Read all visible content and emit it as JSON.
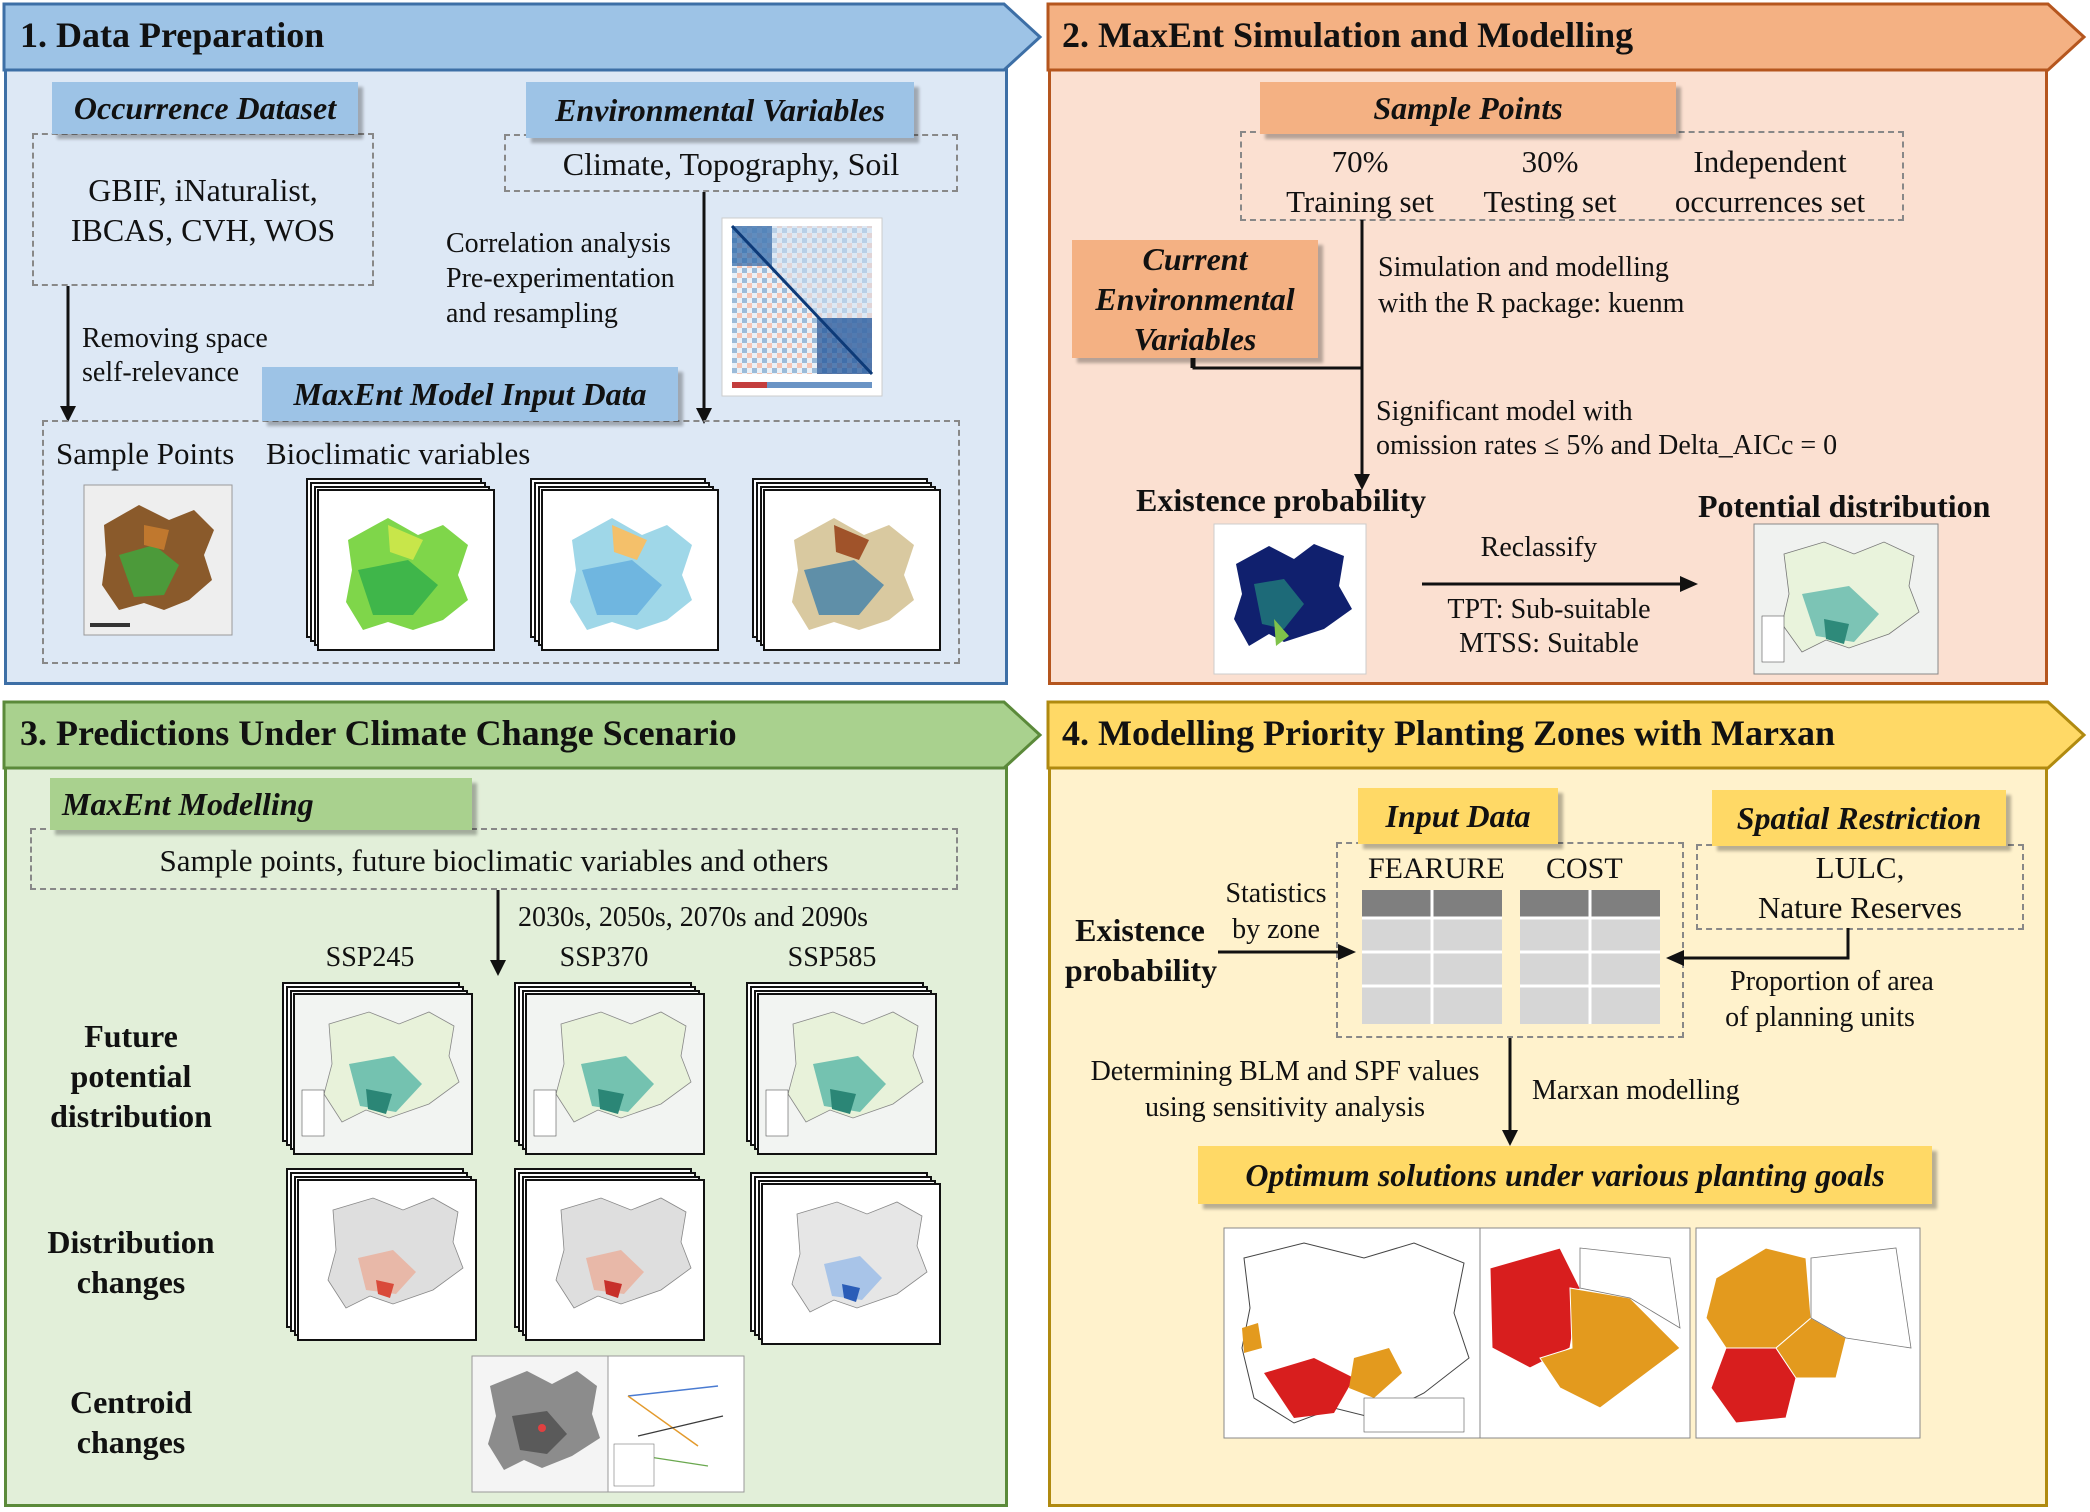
{
  "colors": {
    "panel1_fill": "#dde8f5",
    "panel1_border": "#3d6fa6",
    "panel1_banner": "#9dc3e6",
    "panel2_fill": "#fbe0d1",
    "panel2_border": "#b5561e",
    "panel2_banner": "#f4b183",
    "panel3_fill": "#e2efd9",
    "panel3_border": "#5b8a3a",
    "panel3_banner": "#a9d18e",
    "panel4_fill": "#fff2cc",
    "panel4_border": "#b08a10",
    "panel4_banner": "#ffd966"
  },
  "panel1": {
    "title": "1. Data Preparation",
    "occurrence_tag": "Occurrence Dataset",
    "occurrence_text1": "GBIF, iNaturalist,",
    "occurrence_text2": "IBCAS, CVH, WOS",
    "env_tag": "Environmental Variables",
    "env_text": "Climate, Topography, Soil",
    "corr_text1": "Correlation analysis",
    "corr_text2": "Pre-experimentation",
    "corr_text3": "and resampling",
    "removing_text1": "Removing space",
    "removing_text2": "self-relevance",
    "input_tag": "MaxEnt Model Input Data",
    "sample_points": "Sample Points",
    "bioclimatic": "Bioclimatic variables"
  },
  "panel2": {
    "title": "2. MaxEnt Simulation and Modelling",
    "sample_tag": "Sample Points",
    "train_pct": "70%",
    "train_label": "Training set",
    "test_pct": "30%",
    "test_label": "Testing set",
    "indep1": "Independent",
    "indep2": "occurrences set",
    "current_tag1": "Current",
    "current_tag2": "Environmental",
    "current_tag3": "Variables",
    "sim1": "Simulation and modelling",
    "sim2": "with the R package: kuenm",
    "sig1": "Significant model with",
    "sig2": "omission rates ≤ 5% and Delta_AICc = 0",
    "existence": "Existence probability",
    "potential": "Potential distribution",
    "reclassify": "Reclassify",
    "tpt": "TPT: Sub-suitable",
    "mtss": "MTSS: Suitable"
  },
  "panel3": {
    "title": "3. Predictions Under Climate Change Scenario",
    "modelling_tag": "MaxEnt Modelling",
    "inputs": "Sample points, future bioclimatic variables and others",
    "decades": "2030s, 2050s, 2070s and 2090s",
    "ssp1": "SSP245",
    "ssp2": "SSP370",
    "ssp3": "SSP585",
    "future1": "Future",
    "future2": "potential",
    "future3": "distribution",
    "dist1": "Distribution",
    "dist2": "changes",
    "cent1": "Centroid",
    "cent2": "changes"
  },
  "panel4": {
    "title": "4. Modelling Priority Planting Zones with Marxan",
    "input_tag": "Input Data",
    "spatial_tag": "Spatial Restriction",
    "feature": "FEARURE",
    "cost": "COST",
    "lulc1": "LULC,",
    "lulc2": "Nature Reserves",
    "existence1": "Existence",
    "existence2": "probability",
    "stats1": "Statistics",
    "stats2": "by zone",
    "prop1": "Proportion of area",
    "prop2": "of planning units",
    "blm1": "Determining BLM and SPF values",
    "blm2": "using sensitivity analysis",
    "marxan": "Marxan modelling",
    "optimum_tag": "Optimum solutions under various planting goals"
  }
}
